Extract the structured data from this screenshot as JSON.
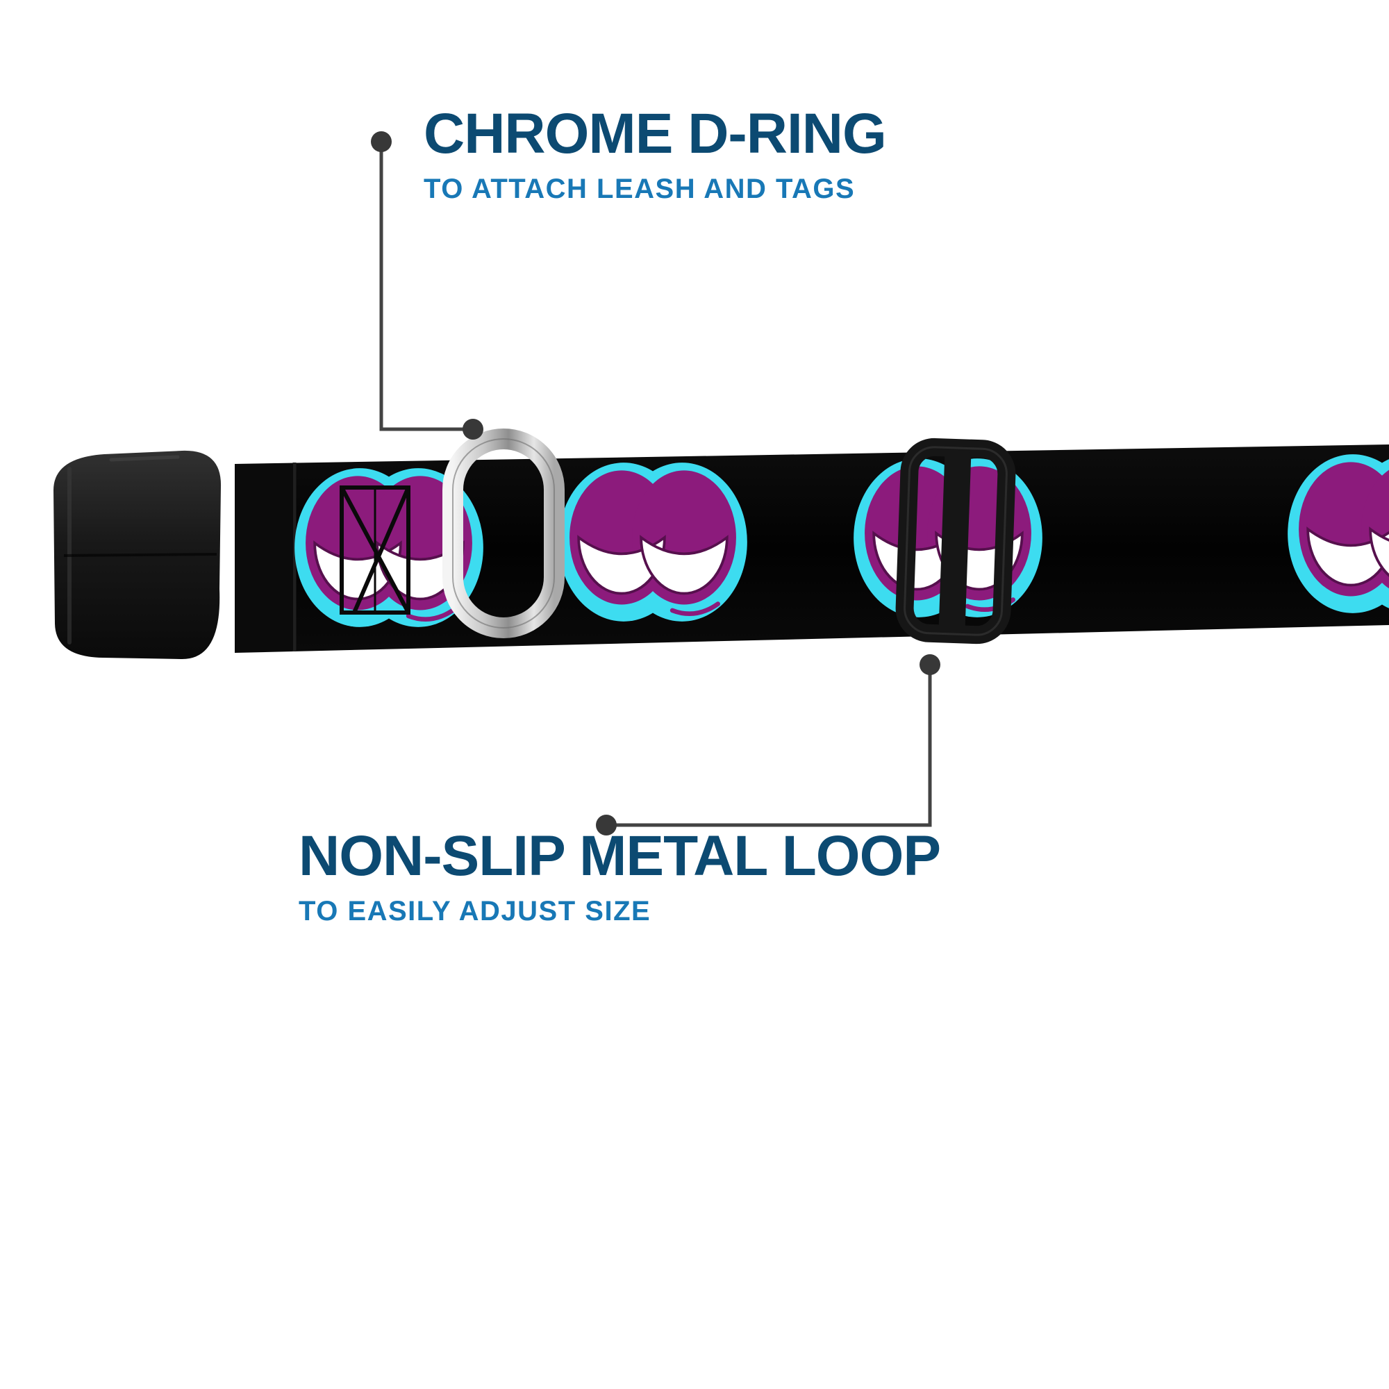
{
  "callouts": {
    "d_ring": {
      "title": "CHROME D-RING",
      "subtitle": "TO ATTACH LEASH AND TAGS"
    },
    "metal_loop": {
      "title": "NON-SLIP METAL LOOP",
      "subtitle": "TO EASILY ADJUST SIZE"
    }
  },
  "colors": {
    "background": "#ffffff",
    "title_text": "#0c4a72",
    "subtitle_text": "#1878b6",
    "callout_line": "#434343",
    "callout_dot": "#383838",
    "strap_background": "#060606",
    "eye_outline_cyan": "#3ddcf0",
    "eye_purple": "#8c1b7c",
    "eye_white": "#ffffff",
    "chrome_ring": "#c9c9c9",
    "plastic_buckle": "#1d1d1d",
    "metal_loop": "#161616"
  }
}
